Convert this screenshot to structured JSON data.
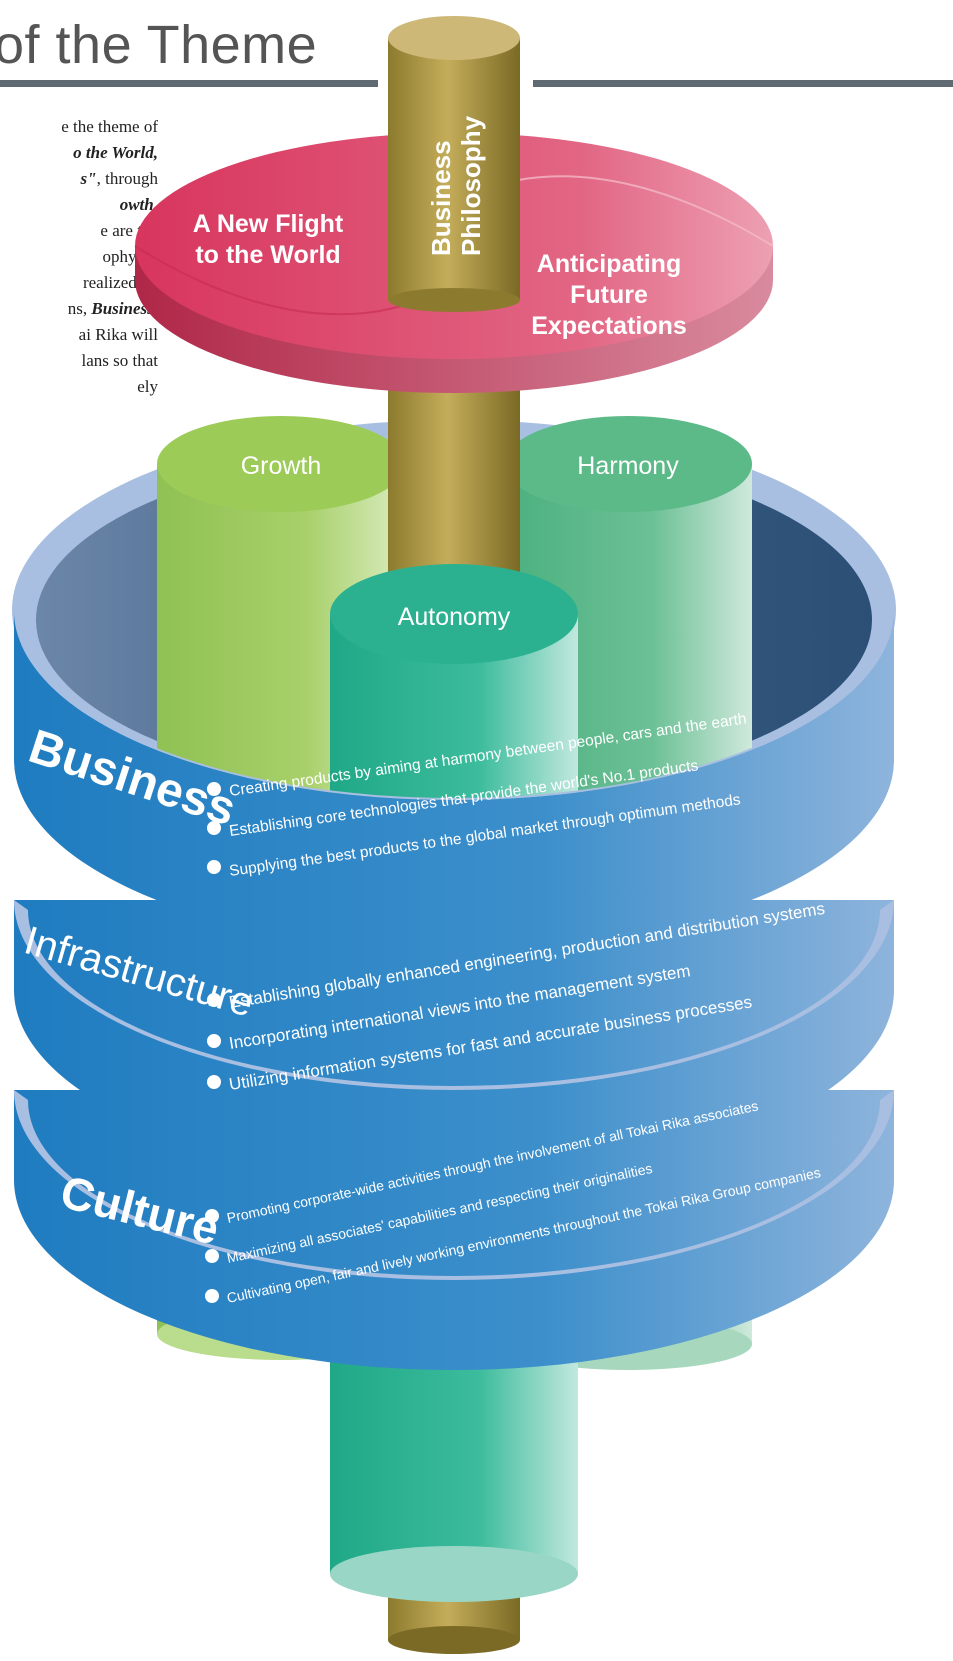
{
  "heading": {
    "title": "of the Theme"
  },
  "intro_lines": [
    {
      "parts": [
        {
          "text": "e the theme of",
          "style": "normal"
        }
      ]
    },
    {
      "parts": [
        {
          "text": "o the World,",
          "style": "bold-italic"
        }
      ]
    },
    {
      "parts": [
        {
          "text": "s\"",
          "style": "bold-italic"
        },
        {
          "text": ", through",
          "style": "normal"
        }
      ]
    },
    {
      "parts": [
        {
          "text": "owth,",
          "style": "bold-italic"
        }
      ]
    },
    {
      "parts": [
        {
          "text": "e are the",
          "style": "normal"
        }
      ]
    },
    {
      "parts": [
        {
          "text": "ophy.  In",
          "style": "normal"
        }
      ]
    },
    {
      "parts": [
        {
          "text": "realized by",
          "style": "normal"
        }
      ]
    },
    {
      "parts": [
        {
          "text": "ns, ",
          "style": "normal"
        },
        {
          "text": "Business,",
          "style": "bold-italic"
        }
      ]
    },
    {
      "parts": [
        {
          "text": "ai Rika will",
          "style": "normal"
        }
      ]
    },
    {
      "parts": [
        {
          "text": "lans so that",
          "style": "normal"
        }
      ]
    },
    {
      "parts": [
        {
          "text": "ely",
          "style": "normal"
        }
      ]
    }
  ],
  "diagram": {
    "pillar_label_line1": "Business",
    "pillar_label_line2": "Philosophy",
    "disk_left_line1": "A New Flight",
    "disk_left_line2": "to the World",
    "disk_right_line1": "Anticipating",
    "disk_right_line2": "Future",
    "disk_right_line3": "Expectations",
    "cylinders": {
      "growth": "Growth",
      "harmony": "Harmony",
      "autonomy": "Autonomy"
    },
    "rings": [
      {
        "label": "Business",
        "items": [
          "Creating products by aiming at harmony between people, cars and the earth",
          "Establishing core technologies that provide the world's No.1 products",
          "Supplying the best products to the global market through optimum methods"
        ]
      },
      {
        "label": "Infrastructure",
        "items": [
          "Establishing globally enhanced engineering, production and distribution systems",
          "Incorporating international views into the management system",
          "Utilizing information systems for fast and accurate business processes"
        ]
      },
      {
        "label": "Culture",
        "items": [
          "Promoting corporate-wide activities through the involvement of all Tokai Rika associates",
          "Maximizing all associates' capabilities and respecting their originalities",
          "Cultivating open, fair and lively working environments throughout the Tokai Rika Group companies"
        ]
      }
    ]
  },
  "colors": {
    "pillar": "#b19a45",
    "disk": "#d63a63",
    "growth": "#9cc85a",
    "harmony": "#5cb88a",
    "autonomy": "#2eb393",
    "ring": "#2f86c4",
    "ring_rim": "#a9bfe2",
    "rule": "#5f6a72"
  }
}
